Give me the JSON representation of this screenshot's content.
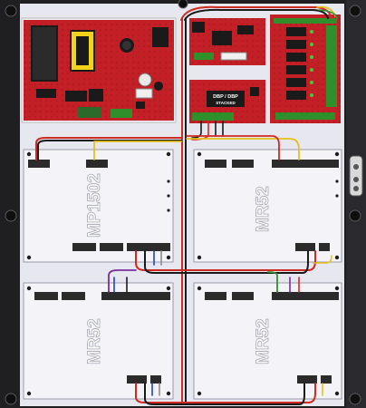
{
  "enclosure": {
    "backplate_color": "#e6e7ef",
    "frame_color": "#1f1f22"
  },
  "boards": {
    "power_supply": {
      "type": "power-supply-board",
      "color": "#c21f26"
    },
    "top_small": {
      "type": "small-interface-board",
      "color": "#c21f26"
    },
    "dbp_board": {
      "label_line1": "DBP / DBP",
      "label_line2": "STACKED",
      "color": "#c21f26"
    },
    "relay_board": {
      "type": "relay-output-board",
      "color": "#c21f26"
    }
  },
  "modules": {
    "top_left": {
      "label": "MP1502"
    },
    "top_right": {
      "label": "MR52"
    },
    "bottom_left": {
      "label": "MR52"
    },
    "bottom_right": {
      "label": "MR52"
    }
  },
  "wire_colors": {
    "red": "#cf2a22",
    "black": "#1a1a1a",
    "yellow": "#e4c21b",
    "green": "#2f8f2a",
    "blue": "#2243b5",
    "purple": "#7a2f9c",
    "gray": "#8a8a8a"
  },
  "icons": {
    "mounting_hole": "mounting-hole-icon",
    "terminal_block": "terminal-block-icon",
    "connector_header": "connector-header-icon"
  }
}
